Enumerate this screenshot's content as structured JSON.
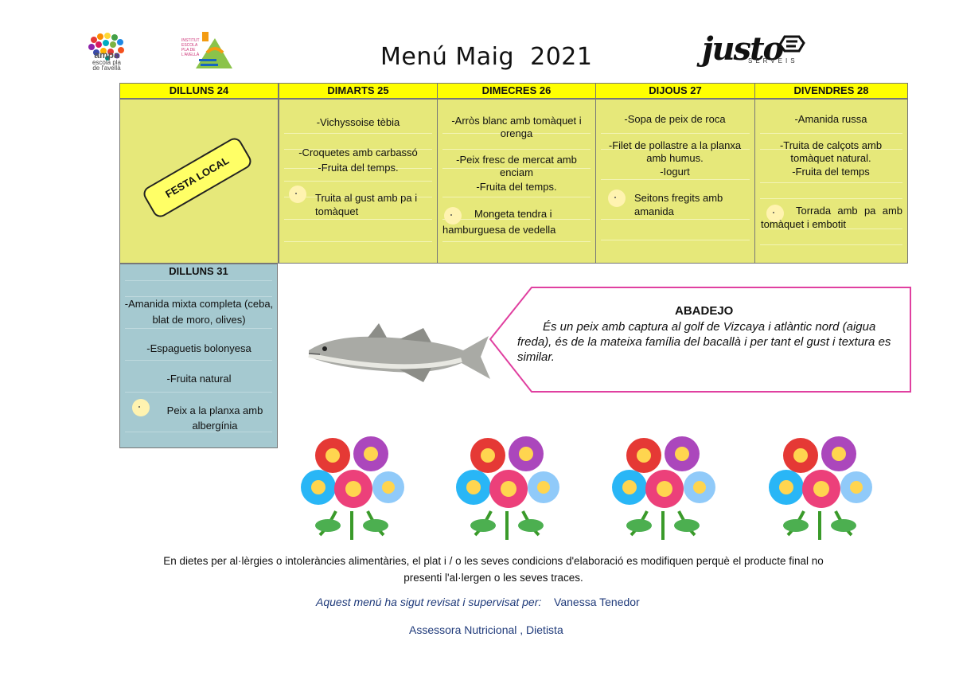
{
  "header": {
    "title": "Menú Maig  2021",
    "ampa_logo": {
      "name": "ampa",
      "lines": [
        "escola pla",
        "de l'avellà"
      ]
    },
    "escola_logo": {
      "lines": [
        "INSTITUT",
        "ESCOLA",
        "PLA DE",
        "L'AVELLÀ"
      ]
    },
    "caterer": {
      "name": "justo",
      "subtitle": "SERVEIS"
    }
  },
  "week": [
    {
      "day": "DILLUNS 24",
      "dishes": [],
      "dinner": "",
      "stamp": "FESTA LOCAL"
    },
    {
      "day": "DIMARTS 25",
      "dishes": [
        "-Vichyssoise tèbia",
        "-Croquetes amb carbassó",
        "-Fruita del temps."
      ],
      "dinner": "Truita al gust amb pa i tomàquet"
    },
    {
      "day": "DIMECRES 26",
      "dishes": [
        "-Arròs blanc amb tomàquet i orenga",
        "-Peix fresc de mercat amb enciam",
        "-Fruita del temps."
      ],
      "dinner": "Mongeta tendra i hamburguesa de vedella"
    },
    {
      "day": "DIJOUS 27",
      "dishes": [
        "-Sopa de peix de roca",
        "-Filet de pollastre a la planxa amb humus.",
        "-Iogurt"
      ],
      "dinner": "Seitons fregits amb amanida"
    },
    {
      "day": "DIVENDRES 28",
      "dishes": [
        "-Amanida russa",
        "-Truita de calçots amb tomàquet natural.",
        "-Fruita del temps"
      ],
      "dinner": "Torrada amb pa amb tomàquet i embotit"
    }
  ],
  "monday31": {
    "day": "DILLUNS 31",
    "dishes": [
      "-Amanida mixta completa (ceba, blat de moro, olives)",
      "-Espaguetis bolonyesa",
      "-Fruita natural"
    ],
    "dinner": "Peix a la planxa amb albergínia"
  },
  "fish_info": {
    "title": "ABADEJO",
    "text": "És un peix amb captura al golf de Vizcaya i atlàntic nord (aigua freda), és de la mateixa família del bacallà i per tant el gust i  textura es similar."
  },
  "footer": {
    "allergens": "En dietes per al·lèrgies o intoleràncies alimentàries, el plat i / o les seves condicions d'elaboració es modifiquen perquè el producte final no presenti l'al·lergen o les seves traces.",
    "reviewed_label": "Aquest menú ha sigut revisat i supervisat per:",
    "reviewer": "Vanessa Tenedor",
    "role": "Assessora Nutricional , Dietista"
  },
  "colors": {
    "header_yellow": "#ffff00",
    "cell_green": "#e6e87a",
    "monday31_blue": "#a5c9d0",
    "callout_border": "#e040a0",
    "footer_blue": "#1f3a7a"
  },
  "icons": [
    "moon-icon",
    "fish-image",
    "flowers-image"
  ]
}
